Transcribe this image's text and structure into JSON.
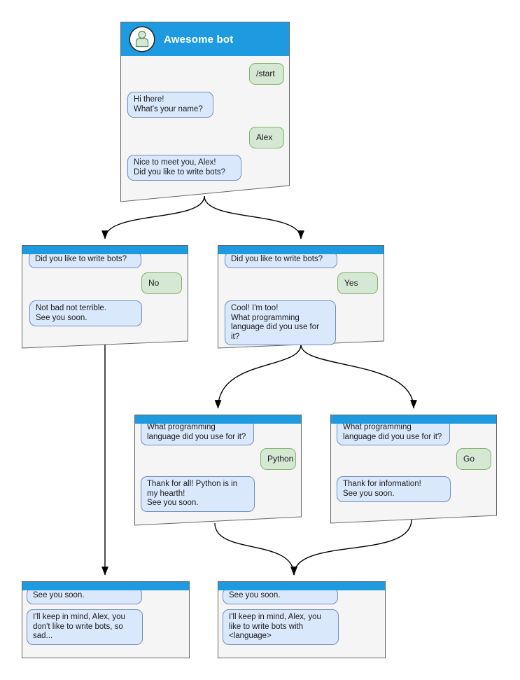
{
  "theme": {
    "header_blue": "#1E9BE0",
    "window_fill": "#F5F5F5",
    "window_border": "#666666",
    "bot_bubble_fill": "#DAE8FC",
    "bot_bubble_border": "#6C8EBF",
    "user_bubble_fill": "#D5E8D4",
    "user_bubble_border": "#82B366",
    "connector_color": "#000000",
    "avatar_icon": "person-icon"
  },
  "windows": [
    {
      "id": "main",
      "title": "Awesome bot",
      "bubbles": [
        {
          "role": "user",
          "text": "/start"
        },
        {
          "role": "bot",
          "text": "Hi there!\nWhat's your name?"
        },
        {
          "role": "user",
          "text": "Alex"
        },
        {
          "role": "bot",
          "text": "Nice to meet you, Alex!\nDid you like to write bots?"
        }
      ]
    },
    {
      "id": "branch-no",
      "bubbles": [
        {
          "role": "bot",
          "text": "Did you like to write bots?"
        },
        {
          "role": "user",
          "text": "No"
        },
        {
          "role": "bot",
          "text": "Not bad not terrible.\nSee you soon."
        }
      ]
    },
    {
      "id": "branch-yes",
      "bubbles": [
        {
          "role": "bot",
          "text": "Did you like to write bots?"
        },
        {
          "role": "user",
          "text": "Yes"
        },
        {
          "role": "bot",
          "text": "Cool! I'm too!\nWhat programming\nlanguage did you use for it?"
        }
      ]
    },
    {
      "id": "branch-python",
      "bubbles": [
        {
          "role": "bot",
          "text": "What programming\nlanguage did you use for it?"
        },
        {
          "role": "user",
          "text": "Python"
        },
        {
          "role": "bot",
          "text": "Thank for all! Python is in\nmy hearth!\nSee you soon."
        }
      ]
    },
    {
      "id": "branch-go",
      "bubbles": [
        {
          "role": "bot",
          "text": "What programming\nlanguage did you use for it?"
        },
        {
          "role": "user",
          "text": "Go"
        },
        {
          "role": "bot",
          "text": "Thank for information!\nSee you soon."
        }
      ]
    },
    {
      "id": "final-no",
      "bubbles": [
        {
          "role": "bot",
          "text": "See you soon."
        },
        {
          "role": "bot",
          "text": "I'll keep in mind, Alex, you\ndon't like to write bots, so\nsad..."
        }
      ]
    },
    {
      "id": "final-yes",
      "bubbles": [
        {
          "role": "bot",
          "text": "See you soon."
        },
        {
          "role": "bot",
          "text": "I'll keep in mind, Alex, you\nlike to write bots with\n<language>"
        }
      ]
    }
  ],
  "edges": [
    {
      "from": "main",
      "to": "branch-no"
    },
    {
      "from": "main",
      "to": "branch-yes"
    },
    {
      "from": "branch-yes",
      "to": "branch-python"
    },
    {
      "from": "branch-yes",
      "to": "branch-go"
    },
    {
      "from": "branch-no",
      "to": "final-no"
    },
    {
      "from": "branch-python",
      "to": "final-yes"
    },
    {
      "from": "branch-go",
      "to": "final-yes"
    }
  ]
}
